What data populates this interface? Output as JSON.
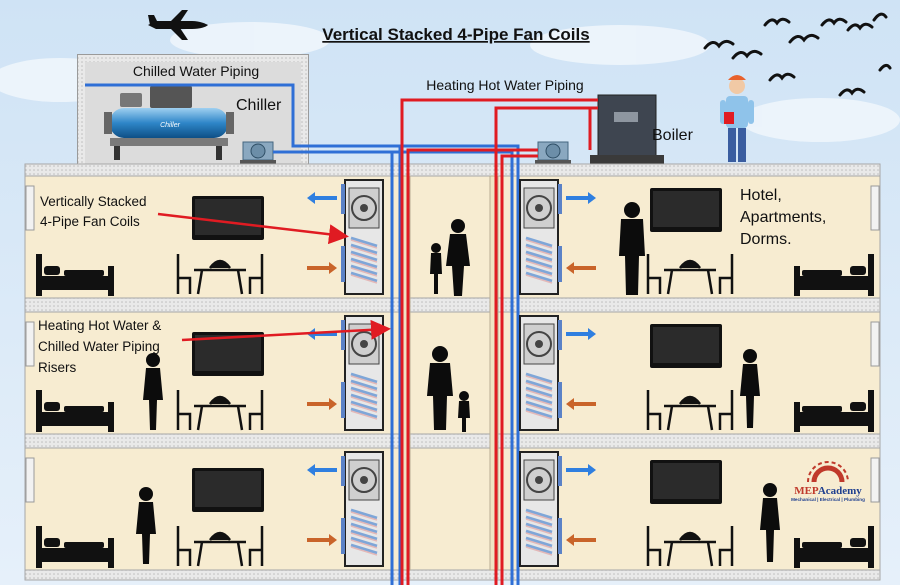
{
  "title": "Vertical Stacked 4-Pipe Fan Coils",
  "labels": {
    "chilled_water_piping": "Chilled Water Piping",
    "chiller": "Chiller",
    "chiller_tag": "Chiller",
    "heating_hot_water_piping": "Heating Hot Water Piping",
    "boiler": "Boiler",
    "stacked_fan_coils": [
      "Vertically Stacked",
      "4-Pipe Fan Coils"
    ],
    "risers": [
      "Heating Hot Water &",
      "Chilled Water Piping",
      "Risers"
    ],
    "building_uses": [
      "Hotel,",
      "Apartments,",
      "Dorms."
    ]
  },
  "logo": {
    "name": "MEPAcademy",
    "name_prefix": "MEP",
    "name_suffix": "Academy",
    "tagline": "Mechanical | Electrical | Plumbing"
  },
  "colors": {
    "sky": "#d5e7f6",
    "room": "#f7ecd1",
    "slab": "#ececec",
    "chilled_water": "#2f6fd6",
    "hot_water": "#e01b22",
    "supply_air_arrow": "#2f7fe0",
    "return_air_arrow": "#c9642a",
    "callout_arrow": "#e01b22",
    "silhouette": "#0c0c0c"
  },
  "icons": {
    "airplane": "airplane-icon",
    "birds": "bird-icon",
    "engineer": "engineer-figure",
    "fan_coil": "fan-coil-unit",
    "tv": "tv-icon",
    "bed": "bed-icon",
    "dining_set": "dining-set-icon",
    "pump": "pump-icon"
  }
}
